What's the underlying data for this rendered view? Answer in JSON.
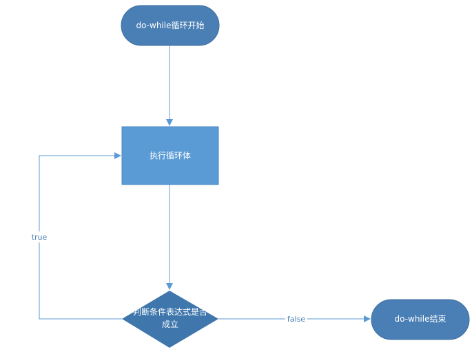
{
  "colors": {
    "terminal_fill": "#4a7fb5",
    "terminal_stroke": "#3d6e9e",
    "process_fill": "#5b9bd5",
    "process_stroke": "#4a89c4",
    "decision_fill": "#3f77ad",
    "edge": "#5b9bd5",
    "edge_label": "#4a7fb5",
    "node_text": "#ffffff"
  },
  "nodes": {
    "start": {
      "label": "do-while循环开始"
    },
    "body": {
      "label": "执行循环体"
    },
    "condition": {
      "line1": "判断条件表达式是否",
      "line2": "成立"
    },
    "end": {
      "label": "do-while结束"
    }
  },
  "edges": {
    "true_label": "true",
    "false_label": "false"
  }
}
